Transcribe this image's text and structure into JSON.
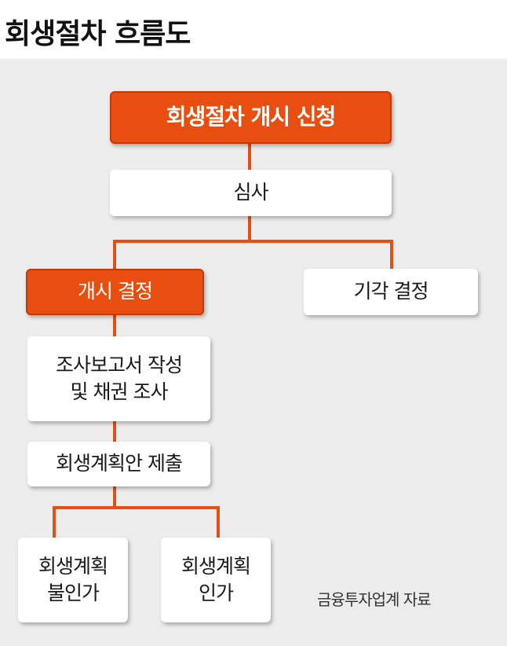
{
  "title": "회생절차 흐름도",
  "nodes": {
    "apply": "회생절차 개시 신청",
    "review": "심사",
    "start_decision": "개시 결정",
    "dismiss_decision": "기각 결정",
    "investigation_line1": "조사보고서 작성",
    "investigation_line2": "및 채권 조사",
    "plan_submit": "회생계획안 제출",
    "plan_reject_line1": "회생계획",
    "plan_reject_line2": "불인가",
    "plan_approve_line1": "회생계획",
    "plan_approve_line2": "인가"
  },
  "source": "금융투자업계 자료",
  "colors": {
    "accent": "#e84e0f",
    "connector": "#e84e0f",
    "panel": "#ececec"
  }
}
